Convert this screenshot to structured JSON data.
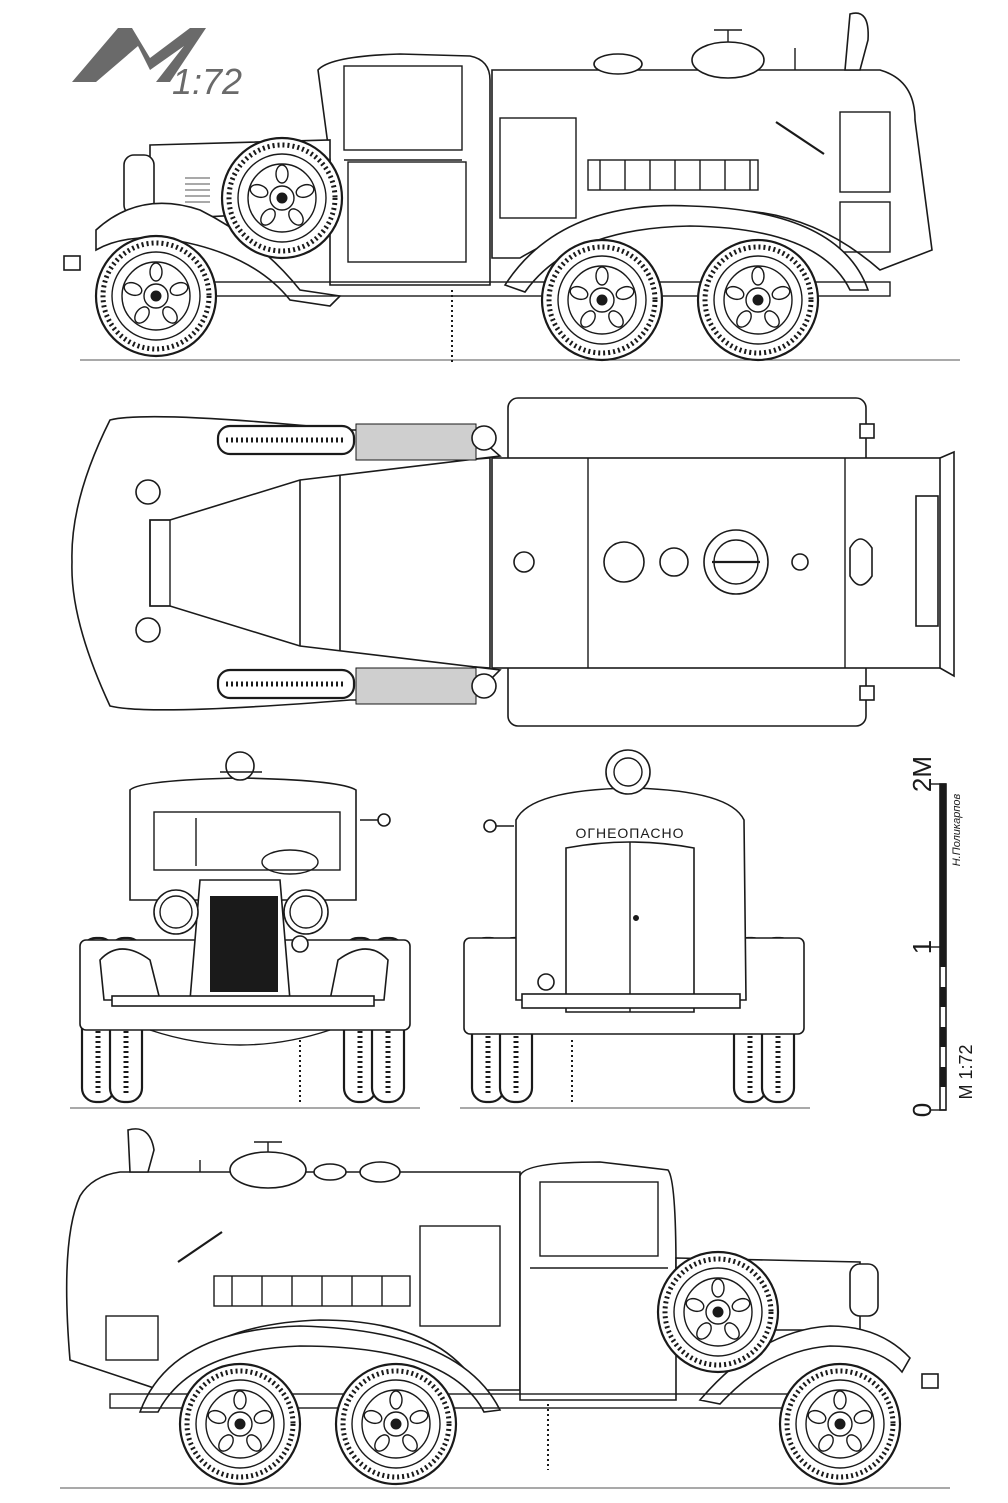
{
  "logo": {
    "letter": "M",
    "scale_label": "1:72"
  },
  "rear_view": {
    "door_lettering": "ОГНЕОПАСНО"
  },
  "scale_bar": {
    "tick_labels": [
      "0",
      "1",
      "2M"
    ],
    "caption": "M 1:72",
    "author": "Н.Поликарпов"
  },
  "colors": {
    "ink": "#1a1a1a",
    "paper": "#ffffff",
    "shade": "#cfcfcf"
  }
}
